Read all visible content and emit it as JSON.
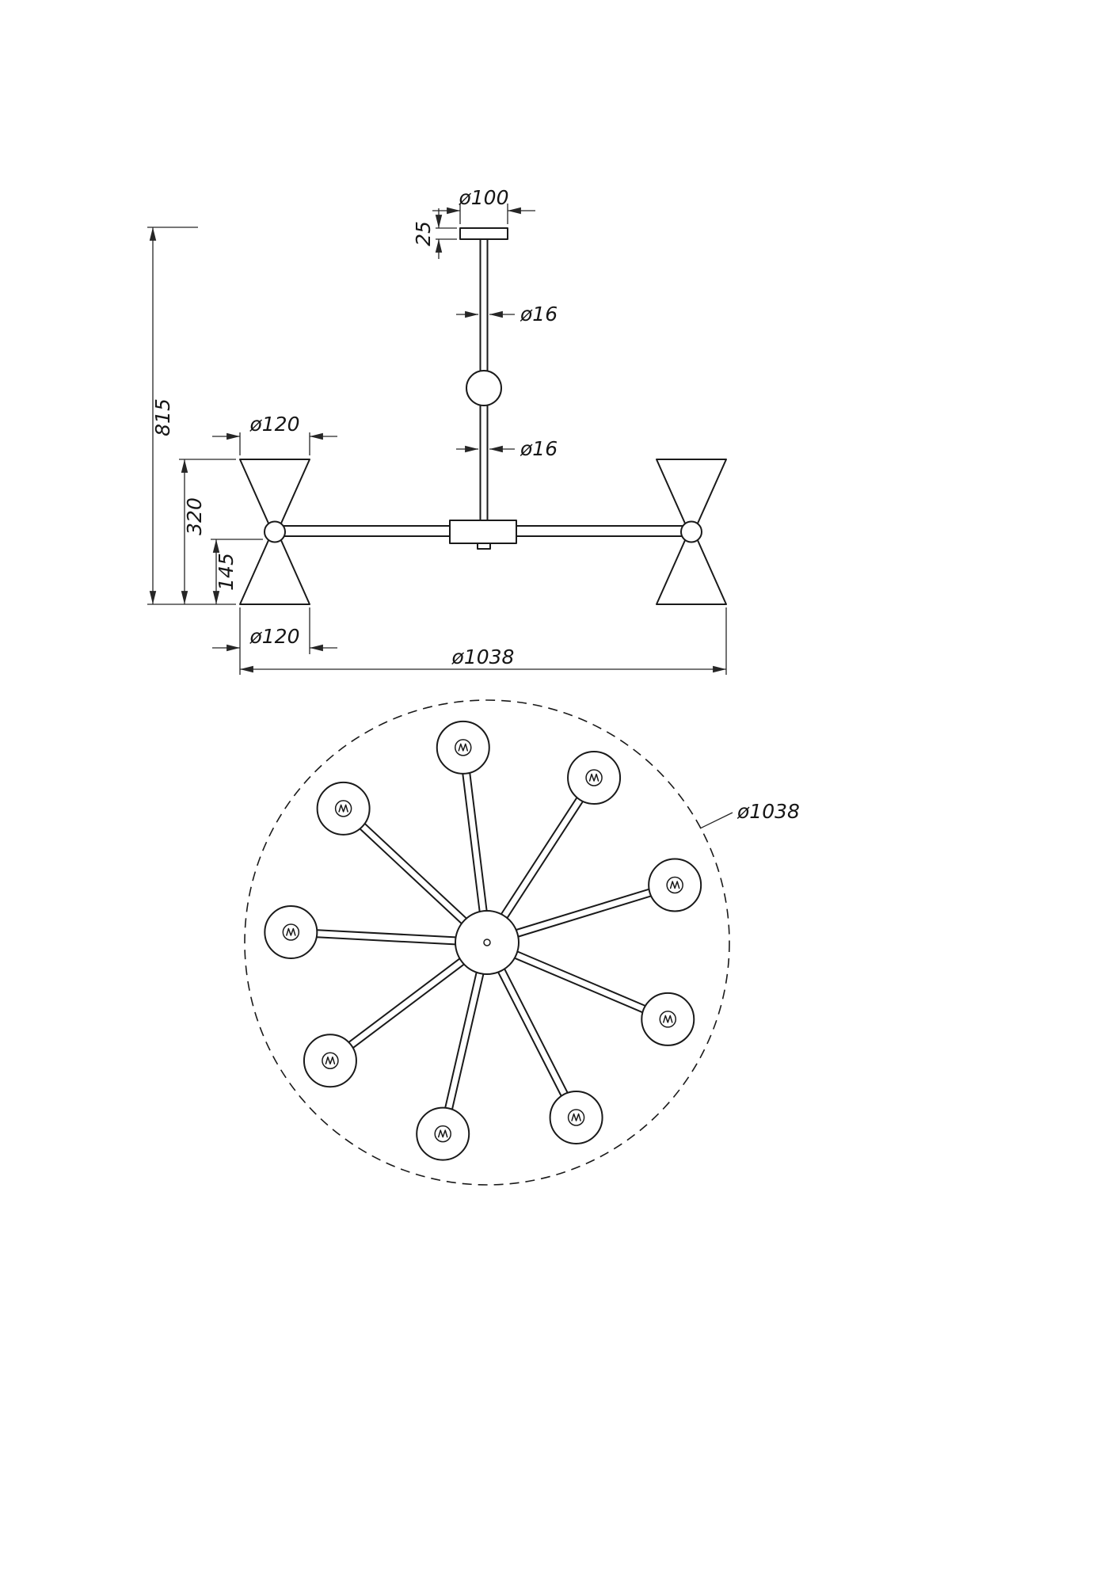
{
  "drawing": {
    "type": "technical-dimension-drawing",
    "subject": "9-arm chandelier, front elevation and plan view",
    "line_color": "#1a1a1a",
    "background": "#ffffff"
  },
  "elevation": {
    "dim_canopy_diameter": "ø100",
    "dim_canopy_height": "25",
    "dim_rod_diameter_upper": "ø16",
    "dim_rod_diameter_lower": "ø16",
    "dim_total_height": "815",
    "dim_shade_diameter_top": "ø120",
    "dim_shade_height": "320",
    "dim_shade_lower_height": "145",
    "dim_shade_diameter_bottom": "ø120",
    "dim_overall_diameter": "ø1038"
  },
  "plan": {
    "dim_overall_diameter": "ø1038",
    "arm_count": 9,
    "arm_angles_deg": [
      97,
      57,
      17,
      -23,
      -63,
      -103,
      -143,
      -183,
      -223
    ]
  }
}
